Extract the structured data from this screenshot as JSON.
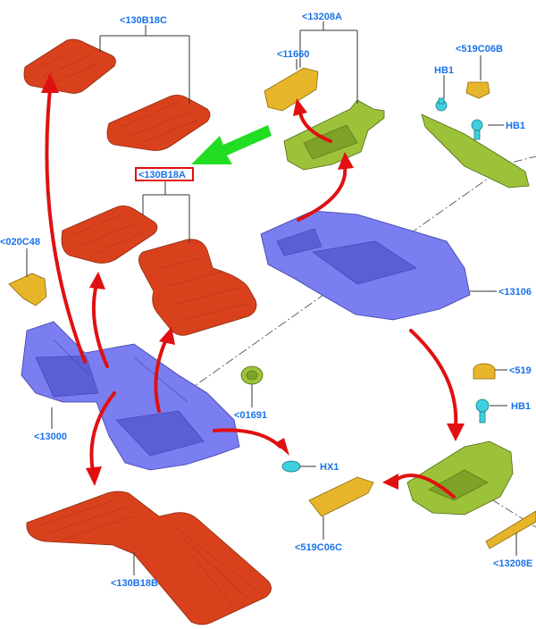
{
  "labels": {
    "mat_front_top": "<130B18C",
    "bracket_13208A": "<13208A",
    "bracket_11660": "<11660",
    "bracket_519C06B": "<519C06B",
    "fastener_hb1_a": "HB1",
    "fastener_hb1_b": "HB1",
    "mat_highlighted": "<130B18A",
    "clip_020C48": "<020C48",
    "carpet_13106": "<13106",
    "clip_519": "<519",
    "fastener_hb1_c": "HB1",
    "carpet_13000": "<13000",
    "grommet_01691": "<01691",
    "fastener_hx1": "HX1",
    "trim_519C06C": "<519C06C",
    "trim_13208": "<13208E",
    "mat_rear": "<130B18B"
  },
  "colors": {
    "label_blue": "#1a73e8",
    "mat_red": "#d9411c",
    "carpet_blue": "#7a7ef0",
    "bracket_green": "#9cc23a",
    "clip_yellow": "#e6b52a",
    "fastener_cyan": "#3fd0df",
    "callout_arrow_red": "#e01010",
    "pointer_green": "#22dd22",
    "highlight_box_red": "#e01010"
  },
  "icons": {
    "pointer": "green-pointer-arrow-icon",
    "callout": "red-curved-arrow-icon"
  }
}
